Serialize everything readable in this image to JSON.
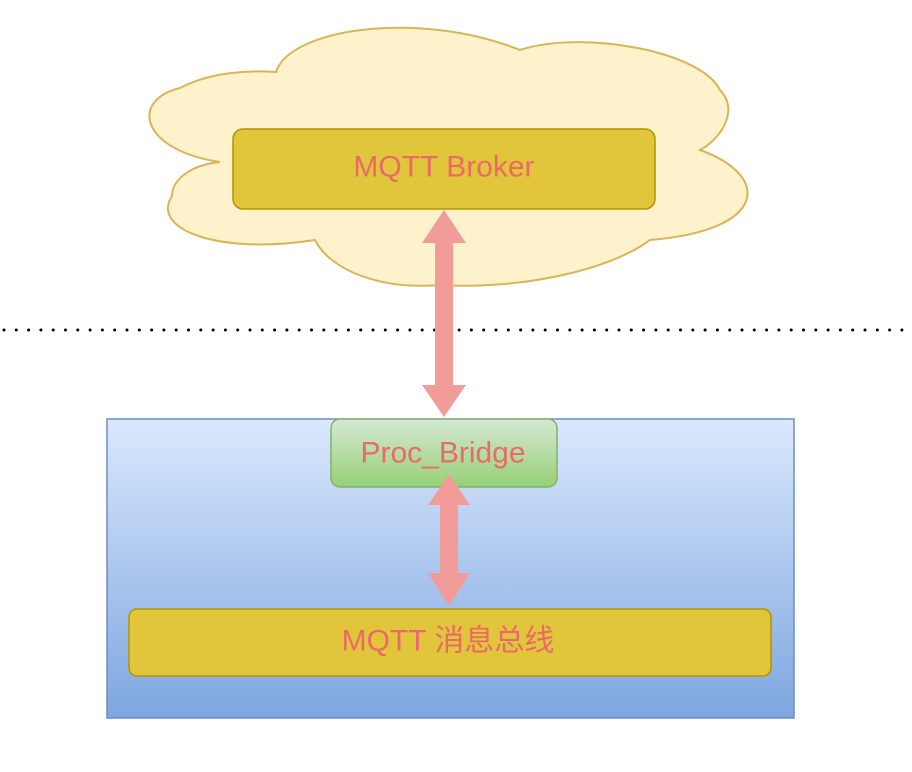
{
  "nodes": {
    "broker": {
      "label": "MQTT Broker"
    },
    "bridge": {
      "label": "Proc_Bridge"
    },
    "bus": {
      "label": "MQTT 消息总线"
    }
  },
  "colors": {
    "cloud_fill": "#fef2cc",
    "cloud_stroke": "#d6b656",
    "node_fill": "#e1c63c",
    "node_stroke": "#b09500",
    "bridge_fill_top": "#d5e8d4",
    "bridge_fill_bottom": "#97d077",
    "bridge_stroke": "#82b366",
    "container_fill_top": "#dae8fc",
    "container_fill_bottom": "#7ea6e0",
    "container_stroke": "#6c8ebf",
    "arrow": "#f19c99",
    "label_text": "#ea6b66",
    "dotted_line": "#000000"
  }
}
